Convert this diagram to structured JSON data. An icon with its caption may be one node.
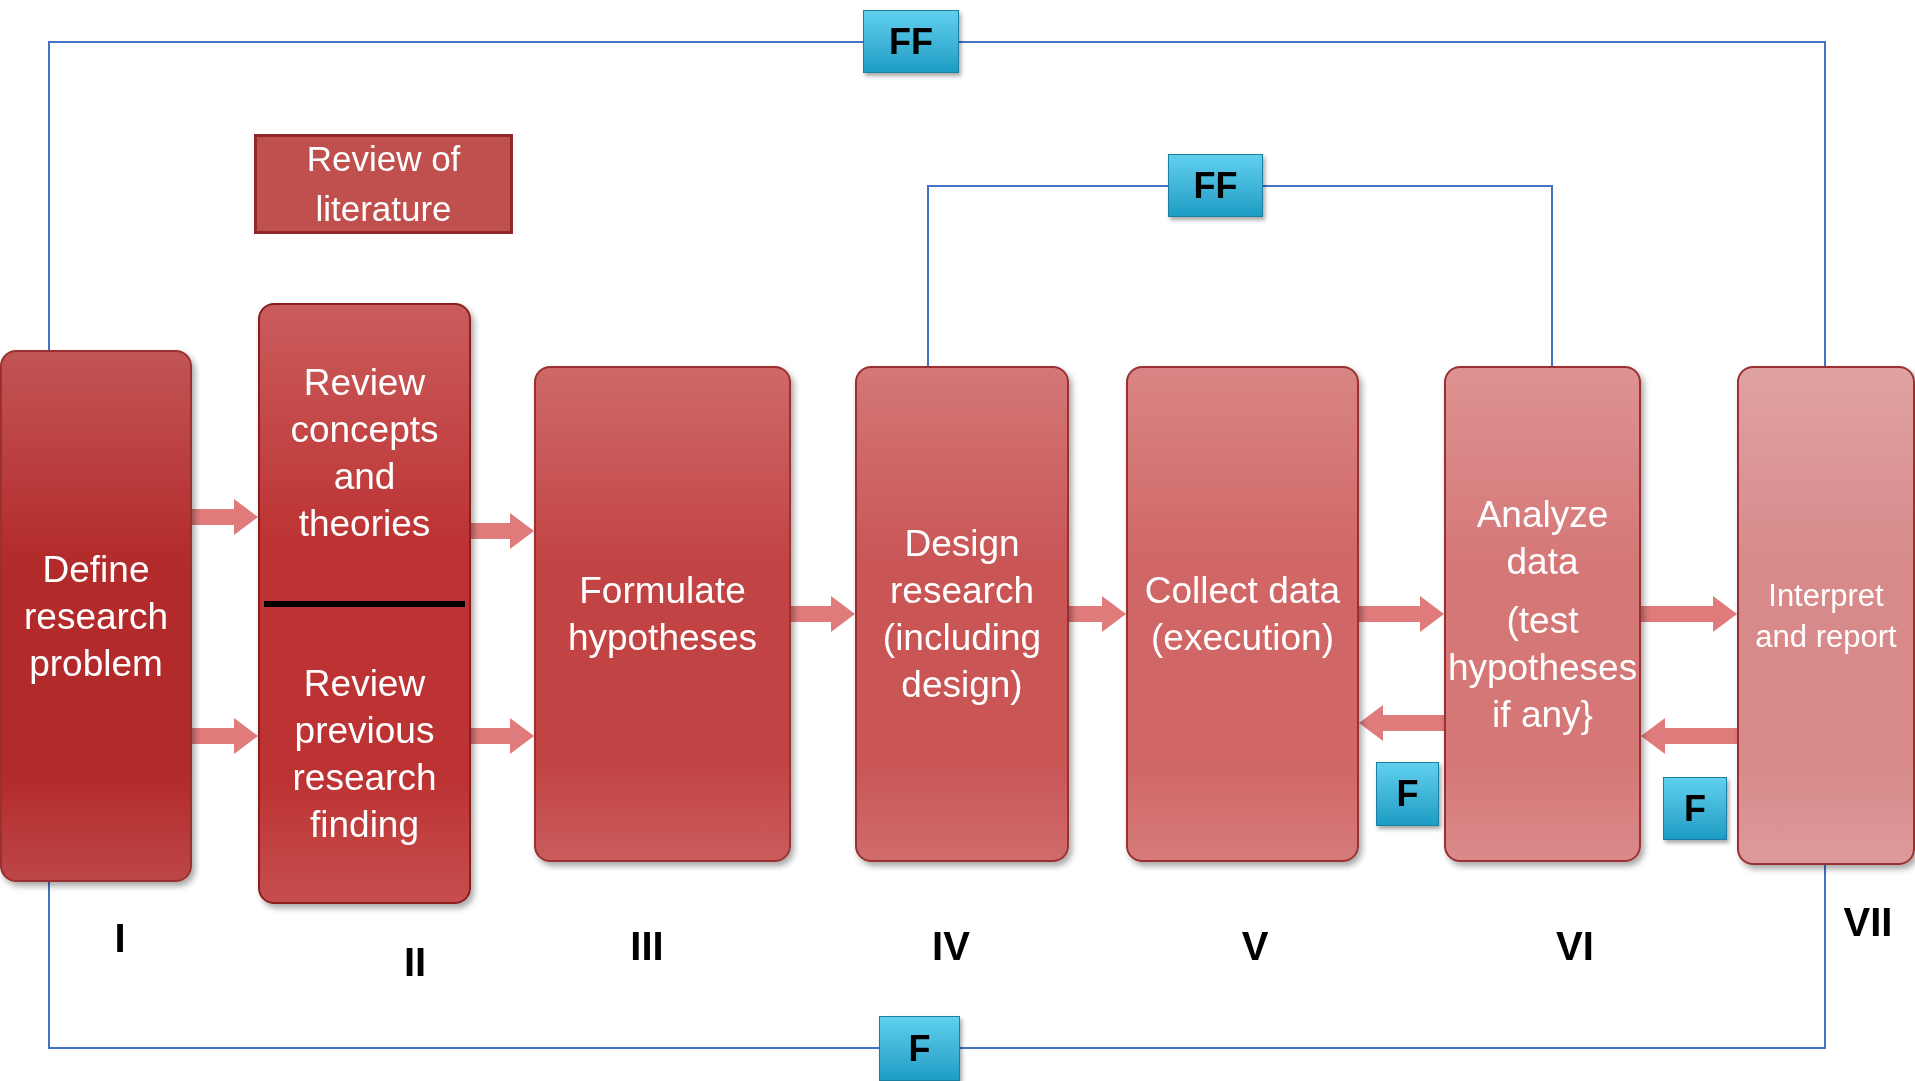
{
  "diagram": {
    "nodes": [
      {
        "text": [
          "Define research problem"
        ]
      },
      {
        "text": [
          "Review of literature"
        ]
      },
      {
        "text": [
          "Review concepts and theories",
          "Review previous research finding"
        ]
      },
      {
        "text": [
          "Formulate hypotheses"
        ]
      },
      {
        "text": [
          "Design research (including design)"
        ]
      },
      {
        "text": [
          "Collect data (execution)"
        ]
      },
      {
        "text": [
          "Analyze data",
          "(test hypotheses if any}"
        ]
      },
      {
        "text": [
          "Interpret and report"
        ]
      },
      {
        "text": [
          "FF"
        ]
      },
      {
        "text": [
          "FF"
        ]
      },
      {
        "text": [
          "F"
        ]
      },
      {
        "text": [
          "F"
        ]
      },
      {
        "text": [
          "F"
        ]
      }
    ],
    "edges": [
      {
        "from": 0,
        "to": 2,
        "arrow": "to"
      },
      {
        "from": 0,
        "to": 2,
        "arrow": "to"
      },
      {
        "from": 2,
        "to": 3,
        "arrow": "to"
      },
      {
        "from": 2,
        "to": 3,
        "arrow": "to"
      },
      {
        "from": 3,
        "to": 4,
        "arrow": "to"
      },
      {
        "from": 4,
        "to": 5,
        "arrow": "to"
      },
      {
        "from": 5,
        "to": 6,
        "arrow": "to"
      },
      {
        "from": 6,
        "to": 7,
        "arrow": "to"
      },
      {
        "from": 6,
        "to": 5,
        "arrow": "to"
      },
      {
        "from": 7,
        "to": 6,
        "arrow": "to"
      },
      {
        "from": 7,
        "to": 8,
        "arrow": "none",
        "color": "#4472c4"
      },
      {
        "from": 8,
        "to": 0,
        "arrow": "none",
        "color": "#4472c4"
      },
      {
        "from": 6,
        "to": 9,
        "arrow": "none",
        "color": "#4472c4"
      },
      {
        "from": 9,
        "to": 4,
        "arrow": "none",
        "color": "#4472c4"
      },
      {
        "from": 7,
        "to": 10,
        "arrow": "none",
        "color": "#4472c4"
      },
      {
        "from": 10,
        "to": 0,
        "arrow": "none",
        "color": "#4472c4"
      }
    ],
    "labels": [
      "I",
      "II",
      "III",
      "IV",
      "V",
      "VI",
      "VII"
    ]
  }
}
